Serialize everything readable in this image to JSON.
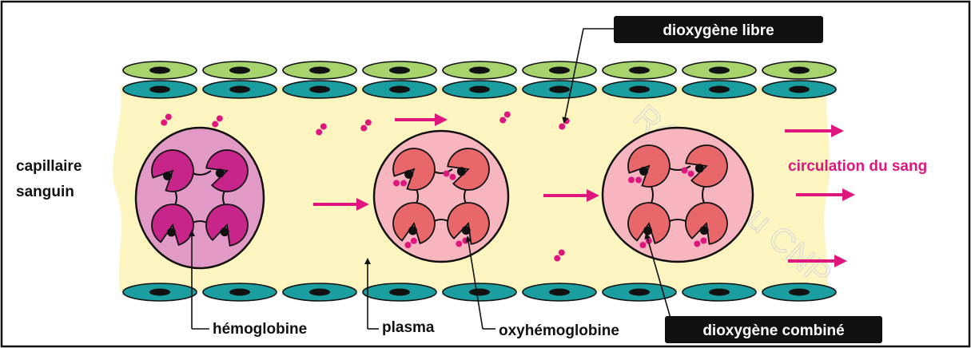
{
  "labels": {
    "capillary_line1": "capillaire",
    "capillary_line2": "sanguin",
    "free_oxygen": "dioxygène libre",
    "bound_oxygen": "dioxygène combiné",
    "hemoglobin": "hémoglobine",
    "plasma": "plasma",
    "oxyhemoglobin": "oxyhémoglobine",
    "blood_flow": "circulation du sang"
  },
  "watermark": "Réservé au CNP",
  "colors": {
    "plasma": "#fdf5bf",
    "cell_outer": "#a6d36b",
    "cell_inner": "#1a9ea0",
    "nucleus": "#111111",
    "arrow": "#e0167f",
    "oxygen": "#e0167f",
    "rbc1_fill": "#e19ac6",
    "rbc_oxy_fill": "#f6b5bf",
    "hb_deoxy": "#c8258b",
    "hb_oxy": "#e8676b",
    "label_box": "#111111"
  }
}
